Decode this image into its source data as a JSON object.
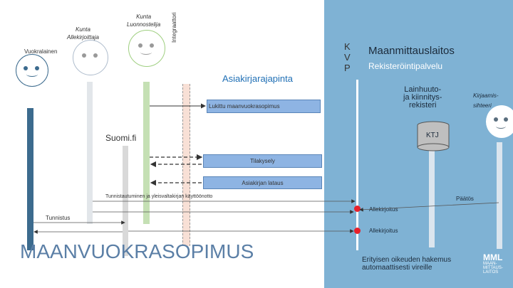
{
  "actors": {
    "vuokralainen": "Vuokralainen",
    "allekirjoittaja": "Kunta\nAllekirjoittaja",
    "luonnostelija": "Kunta\nLuonnostelija",
    "integraattori": "Integraattori"
  },
  "kvp": [
    "K",
    "V",
    "P"
  ],
  "mml": {
    "title": "Maanmittauslaitos",
    "subtitle": "Rekisteröintipalvelu",
    "lainhuuto": "Lainhuuto-\nja kiinnitys-\nrekisteri",
    "kirjaamis": "Kirjaamis-\nsihteeri",
    "ktj": "KTJ",
    "logo_text": "MML",
    "logo_sub": "MAAN-\nMITTAUS-\nLAITOS"
  },
  "labels": {
    "asiakirjarajapinta": "Asiakirjarajapinta",
    "lukittu": "Lukittu maanvuokrasopimus",
    "suomifi": "Suomi.fi",
    "tilakysely": "Tilakysely",
    "asiakirjan_lataus": "Asiakirjan lataus",
    "tunnistautuminen": "Tunnistautuminen ja yleisvaltakirjan käyttöönotto",
    "paatos": "Päätös",
    "allekirjoitus1": "Allekirjoitus",
    "allekirjoitus2": "Allekirjoitus",
    "tunnistus": "Tunnistus",
    "maanvuokrasopimus": "MAANVUOKRASOPIMUS",
    "erityisen": "Erityisen oikeuden hakemus\nautomaattisesti vireille"
  },
  "colors": {
    "panel": "#7fb2d4",
    "band": "#8eb4e3",
    "lifeline_vuokralainen": "#3c6b8e",
    "lifeline_allekirjoittaja": "#cfd6dc",
    "lifeline_luonnostelija": "#c5e0b4",
    "lifeline_integraattori": "#f8e0d6",
    "title_text": "#1f6fb5",
    "red": "#e8202a"
  }
}
